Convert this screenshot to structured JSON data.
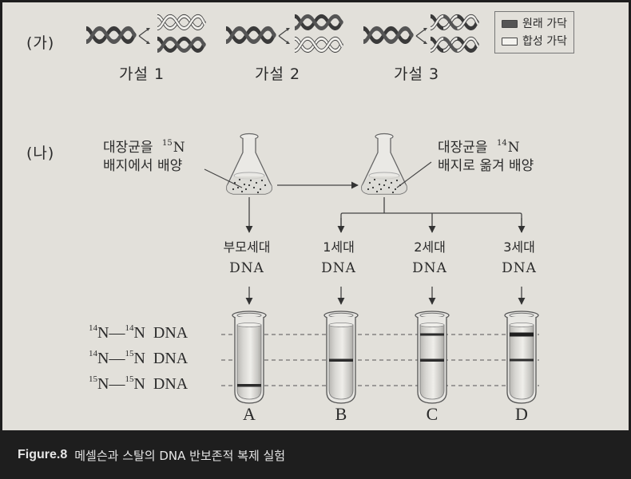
{
  "figure": {
    "part_a": {
      "label": "(가)",
      "hypotheses": [
        {
          "label": "가설 1",
          "model": "conservative"
        },
        {
          "label": "가설 2",
          "model": "semi-conservative"
        },
        {
          "label": "가설 3",
          "model": "dispersive"
        }
      ],
      "legend": {
        "items": [
          {
            "label": "원래 가닥",
            "fill": "#555555"
          },
          {
            "label": "합성 가닥",
            "fill": "#f4f3ef"
          }
        ]
      }
    },
    "part_b": {
      "label": "(나)",
      "flask1_note_line1": "대장균을",
      "flask1_isotope_sup": "15",
      "flask1_isotope_el": "N",
      "flask1_note_line2": "배지에서 배양",
      "flask2_note_line1": "대장균을",
      "flask2_isotope_sup": "14",
      "flask2_isotope_el": "N",
      "flask2_note_line2": "배지로 옮겨 배양",
      "generations": [
        {
          "line1": "부모세대",
          "line2": "DNA"
        },
        {
          "line1": "1세대",
          "line2": "DNA"
        },
        {
          "line1": "2세대",
          "line2": "DNA"
        },
        {
          "line1": "3세대",
          "line2": "DNA"
        }
      ],
      "density_rows": [
        {
          "sup1": "14",
          "sup2": "14",
          "text_n1": "N",
          "dash": "—",
          "text_n2": "N",
          "dna": "DNA"
        },
        {
          "sup1": "14",
          "sup2": "15",
          "text_n1": "N",
          "dash": "—",
          "text_n2": "N",
          "dna": "DNA"
        },
        {
          "sup1": "15",
          "sup2": "15",
          "text_n1": "N",
          "dash": "—",
          "text_n2": "N",
          "dna": "DNA"
        }
      ],
      "tubes": [
        {
          "letter": "A",
          "bands": [
            "15N-15N"
          ]
        },
        {
          "letter": "B",
          "bands": [
            "14N-15N"
          ]
        },
        {
          "letter": "C",
          "bands": [
            "14N-14N",
            "14N-15N"
          ]
        },
        {
          "letter": "D",
          "bands": [
            "14N-14N (thick)",
            "14N-15N"
          ]
        }
      ]
    }
  },
  "caption": {
    "figure_number": "Figure.8",
    "text": "메셀슨과 스탈의 DNA 반보존적 복제 실험"
  },
  "colors": {
    "panel_bg": "#e2e0da",
    "page_bg": "#1e1e1e",
    "ink": "#2a2a2a",
    "caption_text": "#e6e6e6"
  }
}
